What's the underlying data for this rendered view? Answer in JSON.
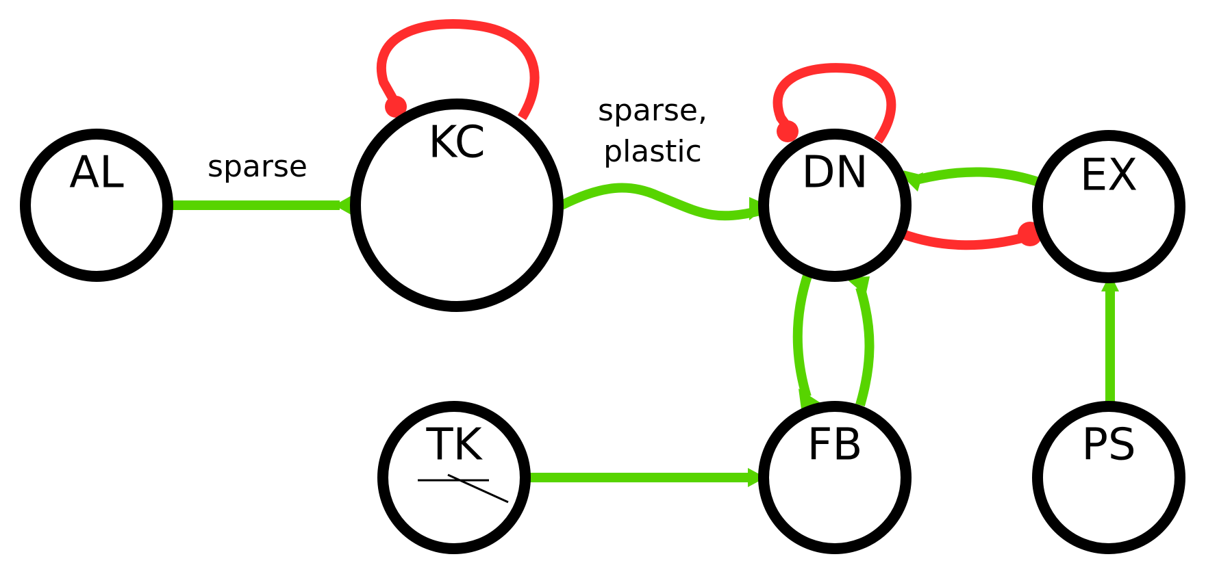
{
  "colors": {
    "excitatory": "#57d400",
    "inhibitory": "#ff2d2d",
    "node_stroke": "#000000",
    "background": "#ffffff"
  },
  "nodes": {
    "al": {
      "label": "AL"
    },
    "kc": {
      "label": "KC"
    },
    "dn": {
      "label": "DN"
    },
    "ex": {
      "label": "EX"
    },
    "tk": {
      "label": "TK"
    },
    "fb": {
      "label": "FB"
    },
    "ps": {
      "label": "PS"
    }
  },
  "edge_labels": {
    "al_kc": "sparse",
    "kc_dn_line1": "sparse,",
    "kc_dn_line2": "plastic"
  },
  "edges": [
    {
      "from": "AL",
      "to": "KC",
      "type": "excitatory"
    },
    {
      "from": "KC",
      "to": "KC",
      "type": "inhibitory"
    },
    {
      "from": "KC",
      "to": "DN",
      "type": "excitatory"
    },
    {
      "from": "DN",
      "to": "DN",
      "type": "inhibitory"
    },
    {
      "from": "EX",
      "to": "DN",
      "type": "excitatory"
    },
    {
      "from": "DN",
      "to": "EX",
      "type": "inhibitory"
    },
    {
      "from": "DN",
      "to": "FB",
      "type": "excitatory"
    },
    {
      "from": "FB",
      "to": "DN",
      "type": "excitatory"
    },
    {
      "from": "TK",
      "to": "FB",
      "type": "excitatory"
    },
    {
      "from": "PS",
      "to": "EX",
      "type": "excitatory"
    }
  ]
}
